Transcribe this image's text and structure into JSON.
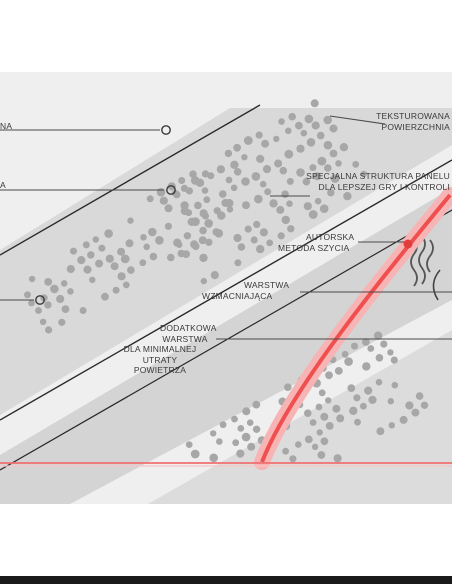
{
  "labels": {
    "textured_surface": {
      "line1": "TEKSTUROWANA",
      "line2": "POWIERZCHNIA"
    },
    "special_structure": {
      "line1": "SPECJALNA STRUKTURA PANELU",
      "line2": "DLA LEPSZEJ GRY I KONTROLI"
    },
    "stitching": {
      "line1": "AUTORSKA",
      "line2": "METODA SZYCIA"
    },
    "reinforcing": {
      "line1": "WARSTWA",
      "line2": "WZMACNIAJĄCA"
    },
    "extra_layer": {
      "line1": "DODATKOWA",
      "line2": "WARSTWA",
      "line3": "DLA MINIMALNEJ",
      "line4": "UTRATY",
      "line5": "POWIETRZA"
    },
    "left_cut_1": "NA",
    "left_cut_2": "A"
  },
  "colors": {
    "background": "#ffffff",
    "panel": "#efefef",
    "stripe": "#d7d7d7",
    "dimple": "#a9a9a9",
    "accent_red": "#f05555",
    "accent_pink": "#f7b4b4",
    "leader_line": "#4a4a4a"
  }
}
